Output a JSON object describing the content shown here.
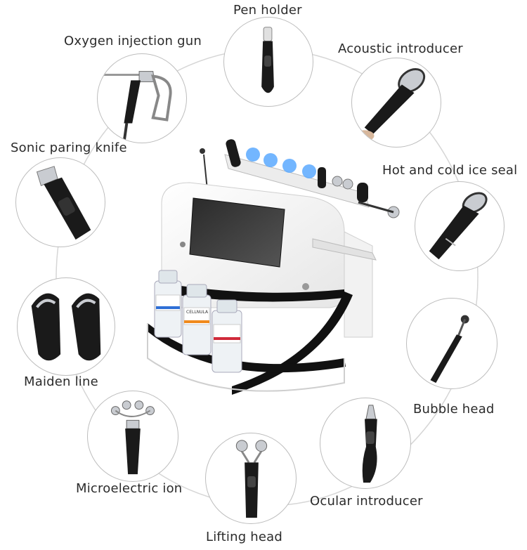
{
  "labels": {
    "pen_holder": "Pen holder",
    "oxygen_gun": "Oxygen injection gun",
    "acoustic": "Acoustic introducer",
    "sonic_knife": "Sonic paring knife",
    "hot_cold": "Hot and cold ice seal",
    "maiden_line": "Maiden line",
    "bubble_head": "Bubble head",
    "microelectric": "Microelectric ion",
    "ocular": "Ocular introducer",
    "lifting_head": "Lifting head"
  },
  "bottle_label": "CELLNULA",
  "colors": {
    "ring": "#d6d6d6",
    "circle_border": "#bdbdbd",
    "tool_black": "#1a1a1a",
    "chrome": "#c9ccd1",
    "led_blue": "#5aa9ff",
    "bottle_red": "#d02a3a",
    "bottle_blue": "#2f6fd6",
    "bottle_orange": "#f08a1c"
  }
}
